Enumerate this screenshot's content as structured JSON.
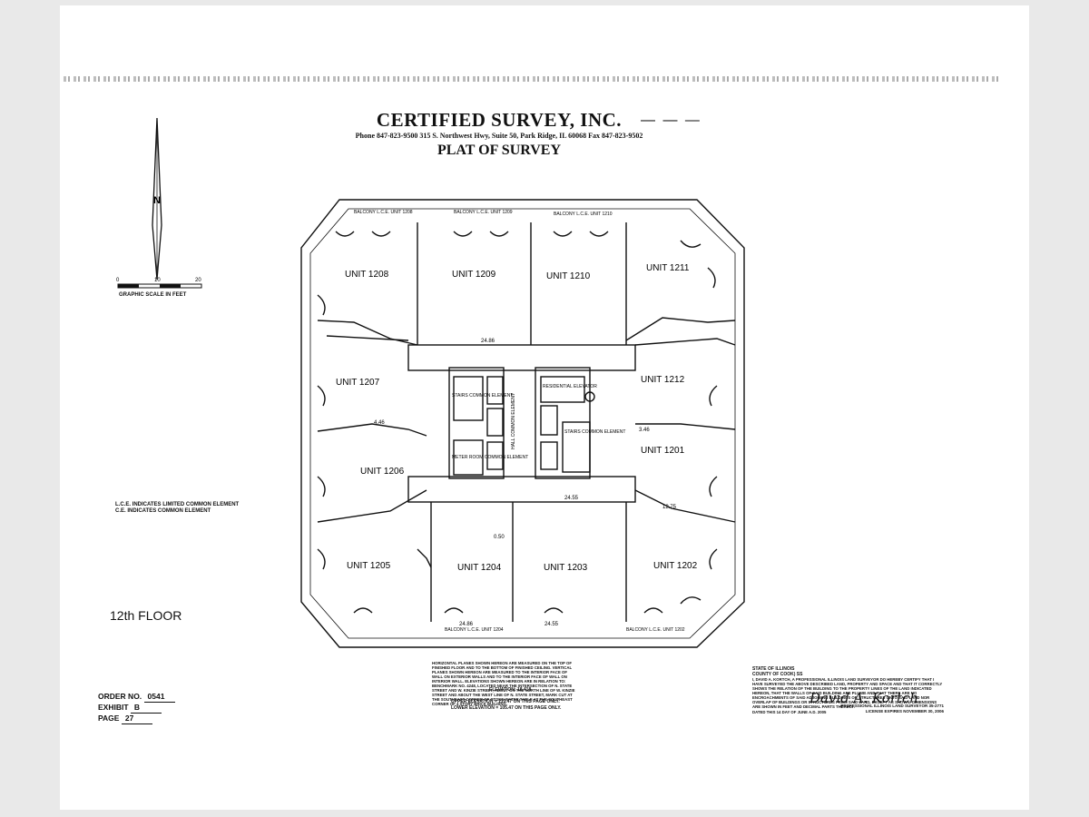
{
  "header": {
    "company": "CERTIFIED SURVEY, INC.",
    "dash": "— — —",
    "contact": "Phone 847-823-9500    315 S. Northwest Hwy, Suite 50, Park Ridge, IL 60068    Fax 847-823-9502",
    "doc_title": "PLAT OF SURVEY"
  },
  "scale": {
    "north": "N",
    "ticks": [
      "0",
      "10",
      "20"
    ],
    "label": "GRAPHIC SCALE IN FEET"
  },
  "legend": {
    "lce": "L.C.E. INDICATES LIMITED COMMON ELEMENT",
    "ce": "C.E. INDICATES COMMON ELEMENT"
  },
  "floor": "12th FLOOR",
  "units": {
    "u1208": "UNIT 1208",
    "u1209": "UNIT 1209",
    "u1210": "UNIT 1210",
    "u1211": "UNIT 1211",
    "u1207": "UNIT 1207",
    "u1212": "UNIT 1212",
    "u1206": "UNIT 1206",
    "u1201": "UNIT 1201",
    "u1205": "UNIT 1205",
    "u1204": "UNIT 1204",
    "u1203": "UNIT 1203",
    "u1202": "UNIT 1202"
  },
  "core": {
    "stairs_a": "STAIRS COMMON ELEMENT",
    "meter": "METER ROOM COMMON ELEMENT",
    "hall": "HALL COMMON ELEMENT",
    "stairs_b": "STAIRS COMMON ELEMENT",
    "residential": "RESIDENTIAL ELEVATOR"
  },
  "balconies": {
    "b1208": "BALCONY L.C.E. UNIT 1208",
    "b1209": "BALCONY L.C.E. UNIT 1209",
    "b1210": "BALCONY L.C.E. UNIT 1210",
    "b1204": "BALCONY L.C.E. UNIT 1204",
    "b1202": "BALCONY L.C.E. UNIT 1202"
  },
  "dims": {
    "d1": "24.86",
    "d2": "24.55",
    "d3": "24.55",
    "d4": "24.86",
    "d5": "4.46",
    "d6": "3.46",
    "d7": "0.50",
    "d8": "12.75"
  },
  "notes": {
    "planes": "HORIZONTAL PLANES SHOWN HEREON ARE MEASURED ON THE TOP OF FINISHED FLOOR AND TO THE BOTTOM OF FINISHED CEILING. VERTICAL PLANES SHOWN HEREON ARE MEASURED TO THE INTERIOR FACE OF WALL ON EXTERIOR WALLS AND TO THE INTERIOR FACE OF WALL ON INTERIOR WALL. ELEVATIONS SHOWN HEREON ARE IN RELATION TO: BENCHMARK NO. 4248, LOCATED NEAR THE INTERSECTION OF N. STATE STREET AND W. KINZIE STREET, ABOUT ON THE NORTH LINE OF W. KINZIE STREET AND ABOUT THE WEST LINE OF N. STATE STREET, MARK CUT AT THE SOUTHEAST CORNER OF STONE WATER TABLE AT THE SOUTHEAST CORNER OF 4 STORY BRICK BUILDING.",
    "elevation": "ELEVATION: 18.418",
    "upper": "UPPER ELEVATION = 115.47  ON THIS PAGE ONLY.",
    "lower": "LOWER ELEVATION = 105.47  ON THIS PAGE ONLY."
  },
  "certificate": {
    "state": "STATE OF ILLINOIS",
    "county": "COUNTY OF COOK) SS",
    "text": "I, DAVID A. KORTCH, A PROFESSIONAL ILLINOIS LAND SURVEYOR DO HEREBY CERTIFY THAT I HAVE SURVEYED THE ABOVE DESCRIBED LAND, PROPERTY AND SPACE AND THAT IT CORRECTLY SHOWS THE RELATION OF THE BUILDING TO THE PROPERTY LINES OF THE LAND INDICATED HEREON, THAT THE WALLS OF SAID BUILDING ARE PLUMB AND THAT THERE ARE NO ENCROACHMENTS OF SAID ADJOINING BUILDINGS OR STRUCTURES ONTO SAID LAND NOR OVERLAP OF BUILDINGS OR STRUCTURES FROM SAID LAND, EXCEPT AS SHOWN. DIMENSIONS ARE SHOWN IN FEET AND DECIMAL PARTS THEREOF.",
    "dated": "DATED THIS  14  DAY OF  JUNE  A.D. 2005",
    "surveyor": "PROFESSIONAL ILLINOIS LAND SURVEYOR 35-2771",
    "license": "LICENSE EXPIRES NOVEMBER 30, 2006"
  },
  "order": {
    "order_label": "ORDER NO.",
    "order_no": "0541",
    "exhibit_label": "EXHIBIT",
    "exhibit": "B",
    "page_label": "PAGE",
    "page": "27"
  }
}
